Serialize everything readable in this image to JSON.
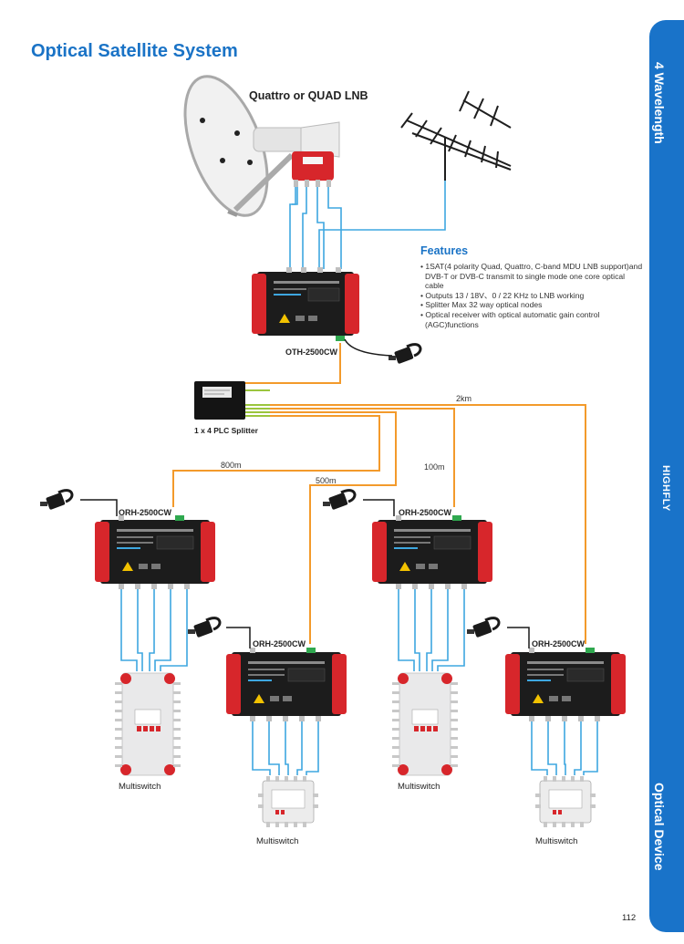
{
  "page": {
    "title": "Optical Satellite System",
    "page_number": "112"
  },
  "side_tab": {
    "top_text": "4 Wavelength",
    "brand_text": "HIGHFLY",
    "bottom_text": "Optical Device"
  },
  "lnb": {
    "label": "Quattro or QUAD LNB"
  },
  "features": {
    "title": "Features",
    "items": [
      "1SAT(4 polarity Quad, Quattro, C-band MDU LNB support)and DVB-T or DVB-C transmit to single mode one core optical cable",
      "Outputs 13 / 18V、0 / 22 KHz to LNB working",
      "Splitter Max 32 way optical nodes",
      "Optical receiver with optical automatic gain control (AGC)functions"
    ]
  },
  "devices": {
    "transmitter": "OTH-2500CW",
    "splitter": "1 x 4 PLC Splitter",
    "receiver": "ORH-2500CW",
    "multiswitch": "Multiswitch"
  },
  "distances": {
    "d1": "2km",
    "d2": "800m",
    "d3": "500m",
    "d4": "100m"
  },
  "colors": {
    "accent": "#1a73c6",
    "fiber": "#f39a2b",
    "coax": "#3ea7e0",
    "device_red": "#d7262b",
    "device_body": "#1c1c1c"
  }
}
